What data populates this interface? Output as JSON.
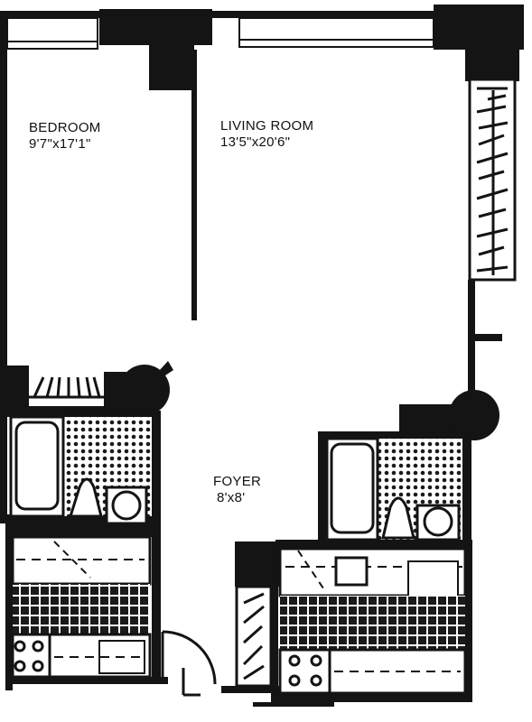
{
  "rooms": {
    "bedroom": {
      "name": "BEDROOM",
      "dims": "9'7\"x17'1\""
    },
    "living": {
      "name": "LIVING ROOM",
      "dims": "13'5\"x20'6\""
    },
    "foyer": {
      "name": "FOYER",
      "dims": "8'x8'"
    }
  },
  "colors": {
    "wall": "#141414",
    "paper": "#ffffff",
    "tile": "#1a1a1a"
  }
}
